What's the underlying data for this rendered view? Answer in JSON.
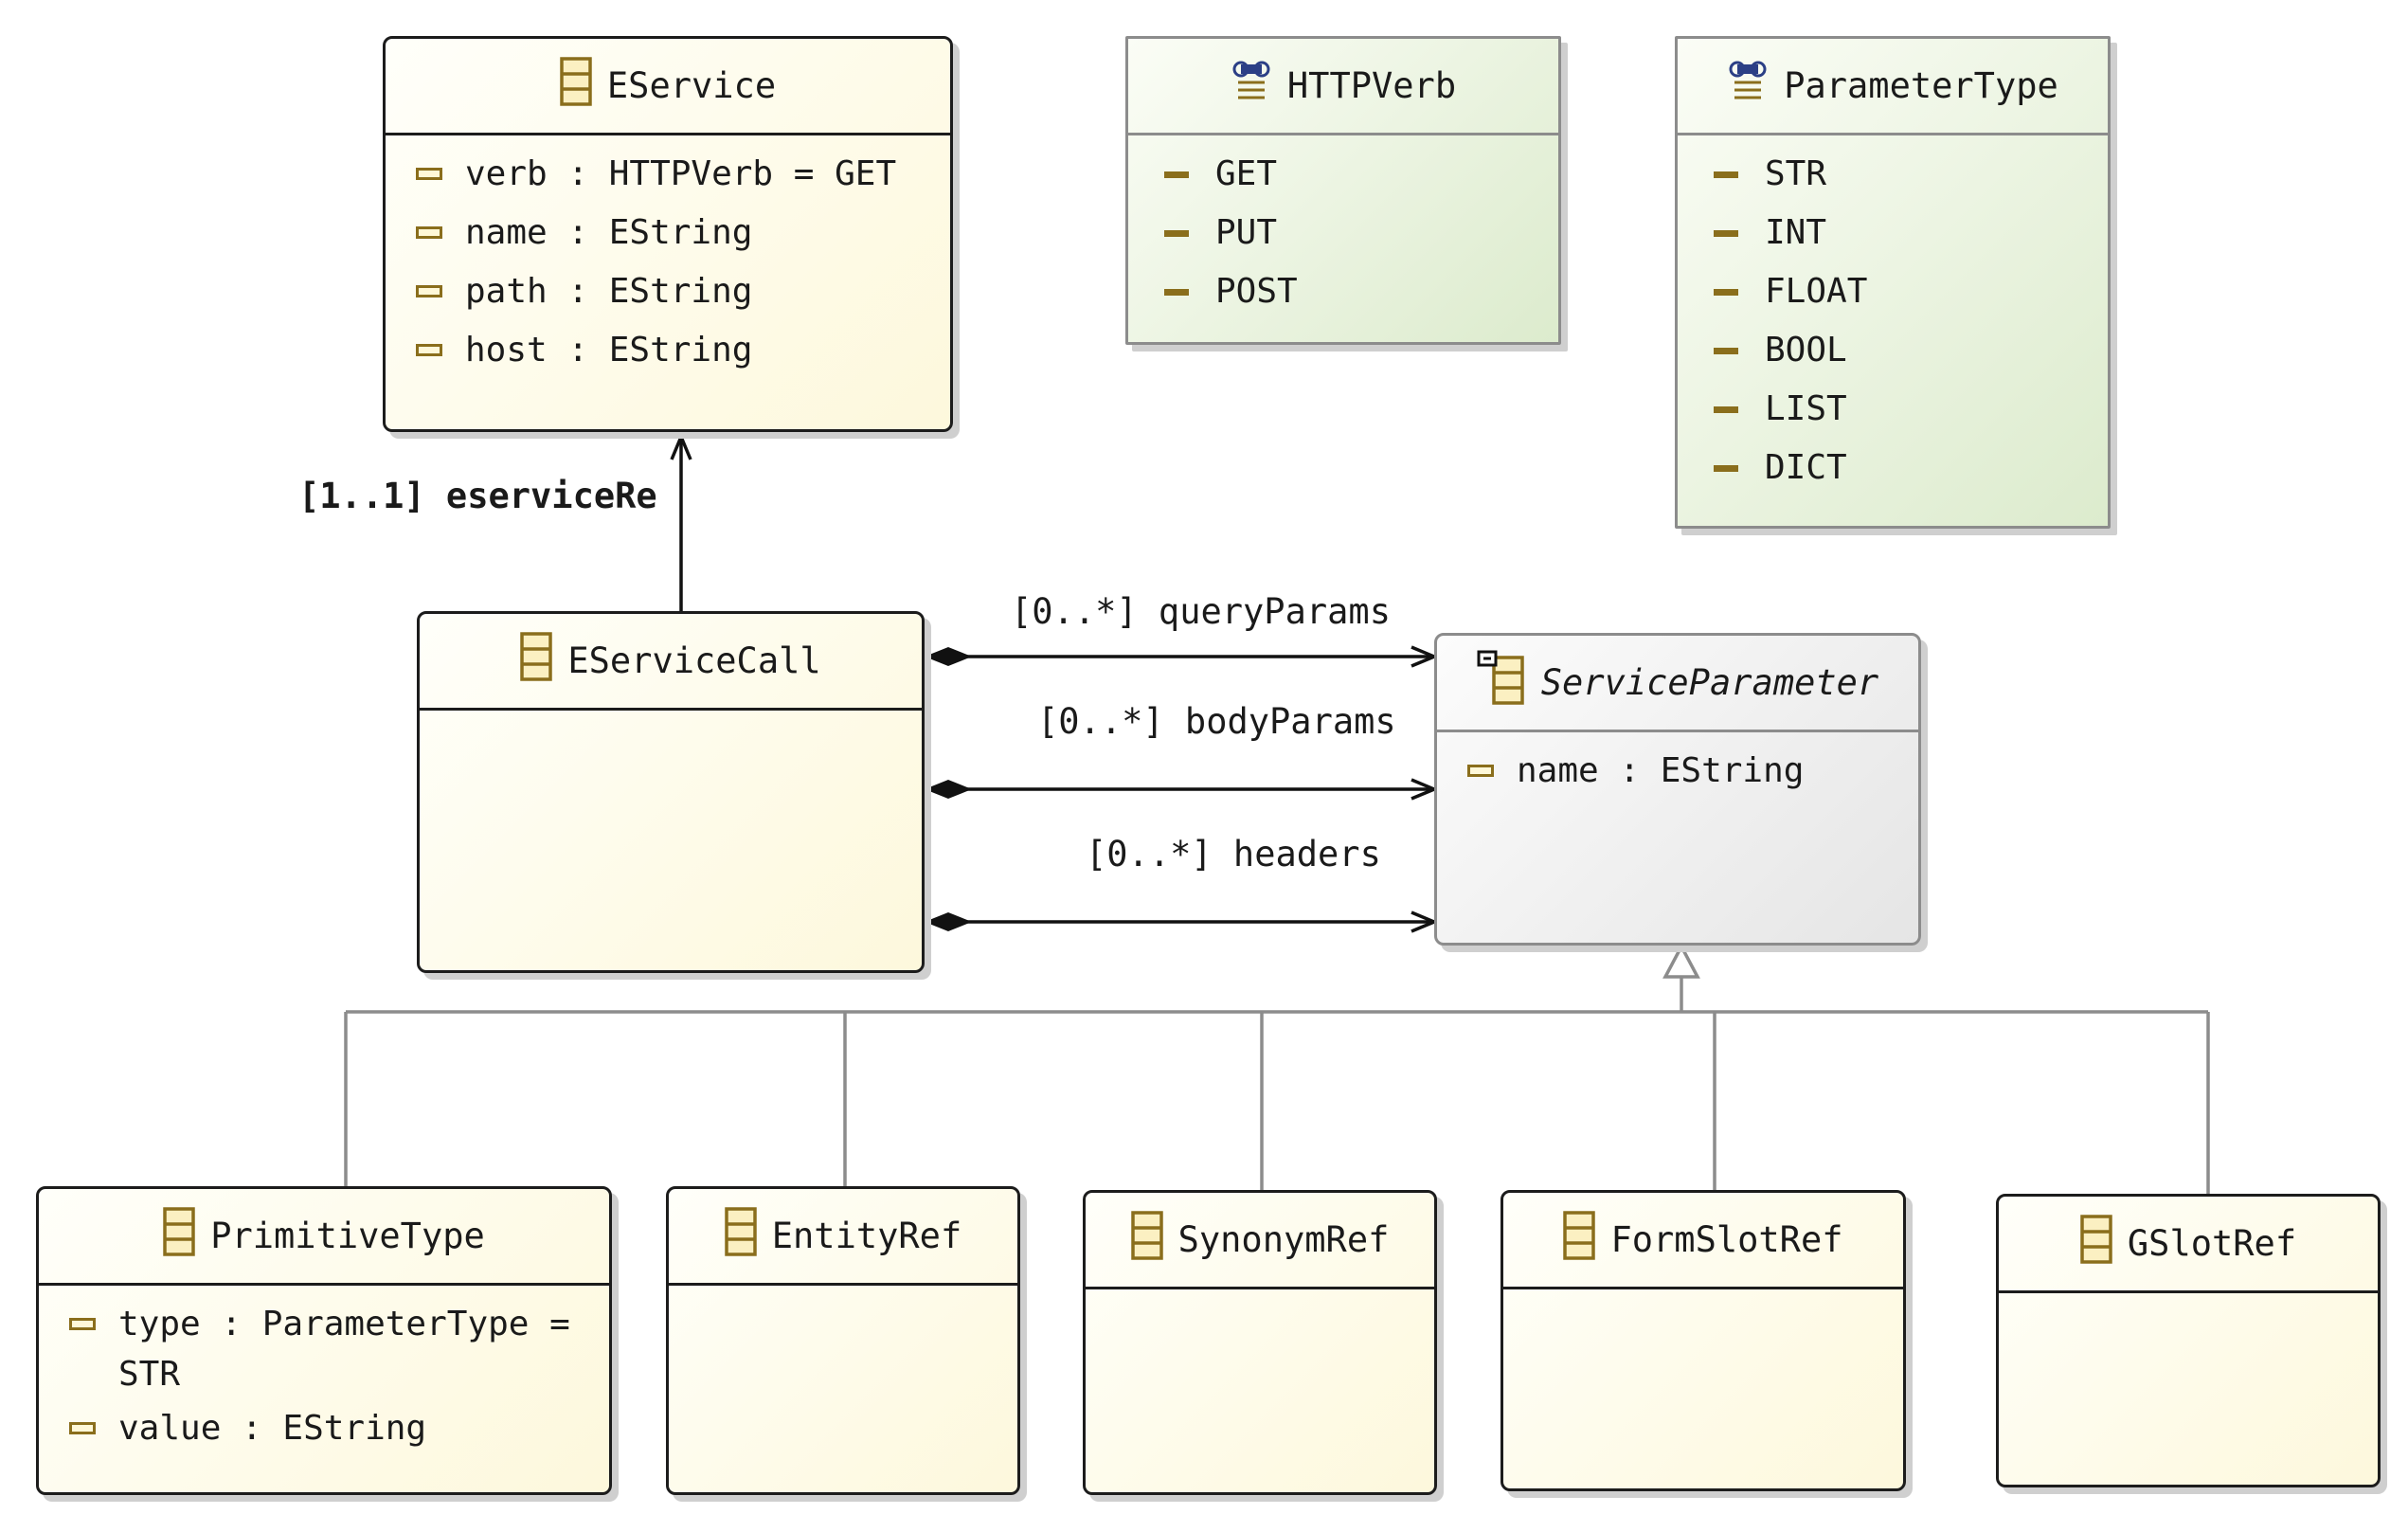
{
  "classes": {
    "eservice": {
      "name": "EService",
      "attributes": [
        "verb : HTTPVerb = GET",
        "name : EString",
        "path : EString",
        "host : EString"
      ]
    },
    "httpverb": {
      "name": "HTTPVerb",
      "literals": [
        "GET",
        "PUT",
        "POST"
      ]
    },
    "parametertype": {
      "name": "ParameterType",
      "literals": [
        "STR",
        "INT",
        "FLOAT",
        "BOOL",
        "LIST",
        "DICT"
      ]
    },
    "eservicecall": {
      "name": "EServiceCall",
      "attributes": []
    },
    "serviceparameter": {
      "name": "ServiceParameter",
      "abstract": true,
      "attributes": [
        "name : EString"
      ]
    },
    "primitivetype": {
      "name": "PrimitiveType",
      "attributes": [
        "type : ParameterType = STR",
        "value : EString"
      ]
    },
    "entityref": {
      "name": "EntityRef",
      "attributes": []
    },
    "synonymref": {
      "name": "SynonymRef",
      "attributes": []
    },
    "formslotref": {
      "name": "FormSlotRef",
      "attributes": []
    },
    "gslotref": {
      "name": "GSlotRef",
      "attributes": []
    }
  },
  "references": {
    "eserviceref": "[1..1] eserviceRe",
    "queryparams": "[0..*] queryParams",
    "bodyparams": "[0..*] bodyParams",
    "headers": "[0..*] headers"
  },
  "colors": {
    "class_fill": "#fdf8dc",
    "enum_fill": "#dcebcd",
    "abstract_fill": "#e5e5e5",
    "icon_gold": "#8a6e1c",
    "enum_icon_blue": "#2b3f86",
    "generalization_line": "#8c8c8c"
  }
}
